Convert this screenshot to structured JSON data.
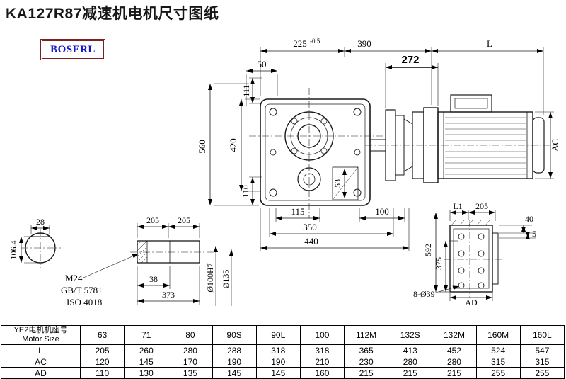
{
  "page": {
    "title": "KA127R87减速机电机尺寸图纸",
    "logo": "BOSERL"
  },
  "dims": {
    "d50": "50",
    "d111": "111",
    "d225": "225",
    "d225_tol": "-0.5",
    "d390": "390",
    "d272": "272",
    "dL": "L",
    "dAC": "AC",
    "d560": "560",
    "d420": "420",
    "d110": "110",
    "d53": "53",
    "d115": "115",
    "d100": "100",
    "d350": "350",
    "d440": "440",
    "d28": "28",
    "d106_4": "106.4",
    "d205a": "205",
    "d205b": "205",
    "d38": "38",
    "d373": "373",
    "m24": "M24",
    "gb": "GB/T 5781",
    "iso": "ISO 4018",
    "dia100": "Ø100H7",
    "dia135": "Ø135",
    "dL1": "L1",
    "d205c": "205",
    "d40": "40",
    "d5": "5",
    "d592": "592",
    "d375": "375",
    "dAD": "AD",
    "d8dia39": "8-Ø39"
  },
  "table": {
    "row_header_line1": "YE2电机机座号",
    "row_header_line2": "Motor Size",
    "columns": [
      "63",
      "71",
      "80",
      "90S",
      "90L",
      "100",
      "112M",
      "132S",
      "132M",
      "160M",
      "160L"
    ],
    "rows": [
      {
        "label": "L",
        "values": [
          "205",
          "260",
          "280",
          "288",
          "318",
          "318",
          "365",
          "413",
          "452",
          "524",
          "547"
        ]
      },
      {
        "label": "AC",
        "values": [
          "120",
          "145",
          "170",
          "190",
          "190",
          "210",
          "230",
          "280",
          "280",
          "315",
          "315"
        ]
      },
      {
        "label": "AD",
        "values": [
          "110",
          "130",
          "135",
          "145",
          "145",
          "160",
          "215",
          "215",
          "215",
          "255",
          "255"
        ]
      }
    ]
  }
}
